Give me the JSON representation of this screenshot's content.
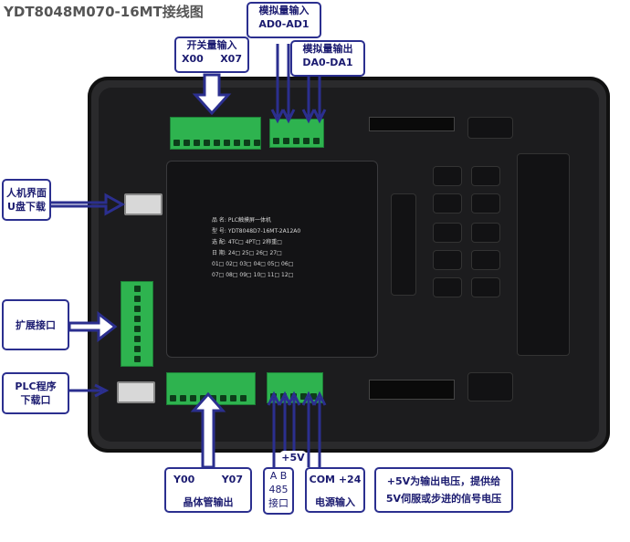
{
  "title": "YDT8048M070-16MT接线图",
  "labels": {
    "switch_in": {
      "line1": "开关量输入",
      "left": "X00",
      "right": "X07"
    },
    "analog_in": {
      "line1": "模拟量输入",
      "line2": "AD0-AD1"
    },
    "analog_out": {
      "line1": "模拟量输出",
      "line2": "DA0-DA1"
    },
    "hmi_usb": {
      "line1": "人机界面",
      "line2": "U盘下载"
    },
    "expansion": {
      "line1": "扩展接口"
    },
    "plc_prog": {
      "line1": "PLC程序",
      "line2": "下载口"
    },
    "transistor_out": {
      "left": "Y00",
      "right": "Y07",
      "line2": "晶体管输出"
    },
    "rs485": {
      "ab": "A  B",
      "num": "485",
      "line2": "接口"
    },
    "plus5v": "+5V",
    "power": {
      "line1": "COM  +24",
      "line2": "电源输入"
    },
    "note": {
      "line1": "+5V为输出电压，提供给",
      "line2": "5V伺服或步进的信号电压"
    }
  },
  "sticker": {
    "name": "品 名: PLC触摸屏一体机",
    "model": "型 号: YDT8048D7-16MT-2A12A0",
    "options": "选 配: 4TC□ 4PT□ 2称重□",
    "date": "日 期: 24□ 25□ 26□ 27□",
    "row1": "01□ 02□ 03□ 04□ 05□ 06□",
    "row2": "07□ 08□ 09□ 10□ 11□ 12□"
  },
  "colors": {
    "label_border": "#2b2f8f",
    "arrow": "#2b2f8f",
    "terminal": "#2eb34f",
    "device": "#2a2a2c"
  }
}
